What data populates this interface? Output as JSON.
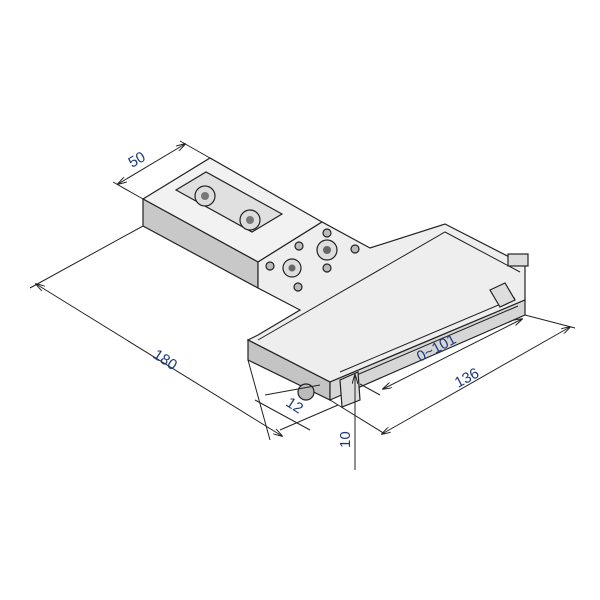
{
  "dimensions": {
    "width_top": "50",
    "length": "180",
    "offset": "12",
    "height": "10",
    "stroke_range": "0~101",
    "slide_length": "136"
  },
  "colors": {
    "face_light": "#f2f2f2",
    "face_mid": "#dcdcdc",
    "face_dark": "#b8b8b8",
    "dimension_text": "#1f3a7a"
  }
}
